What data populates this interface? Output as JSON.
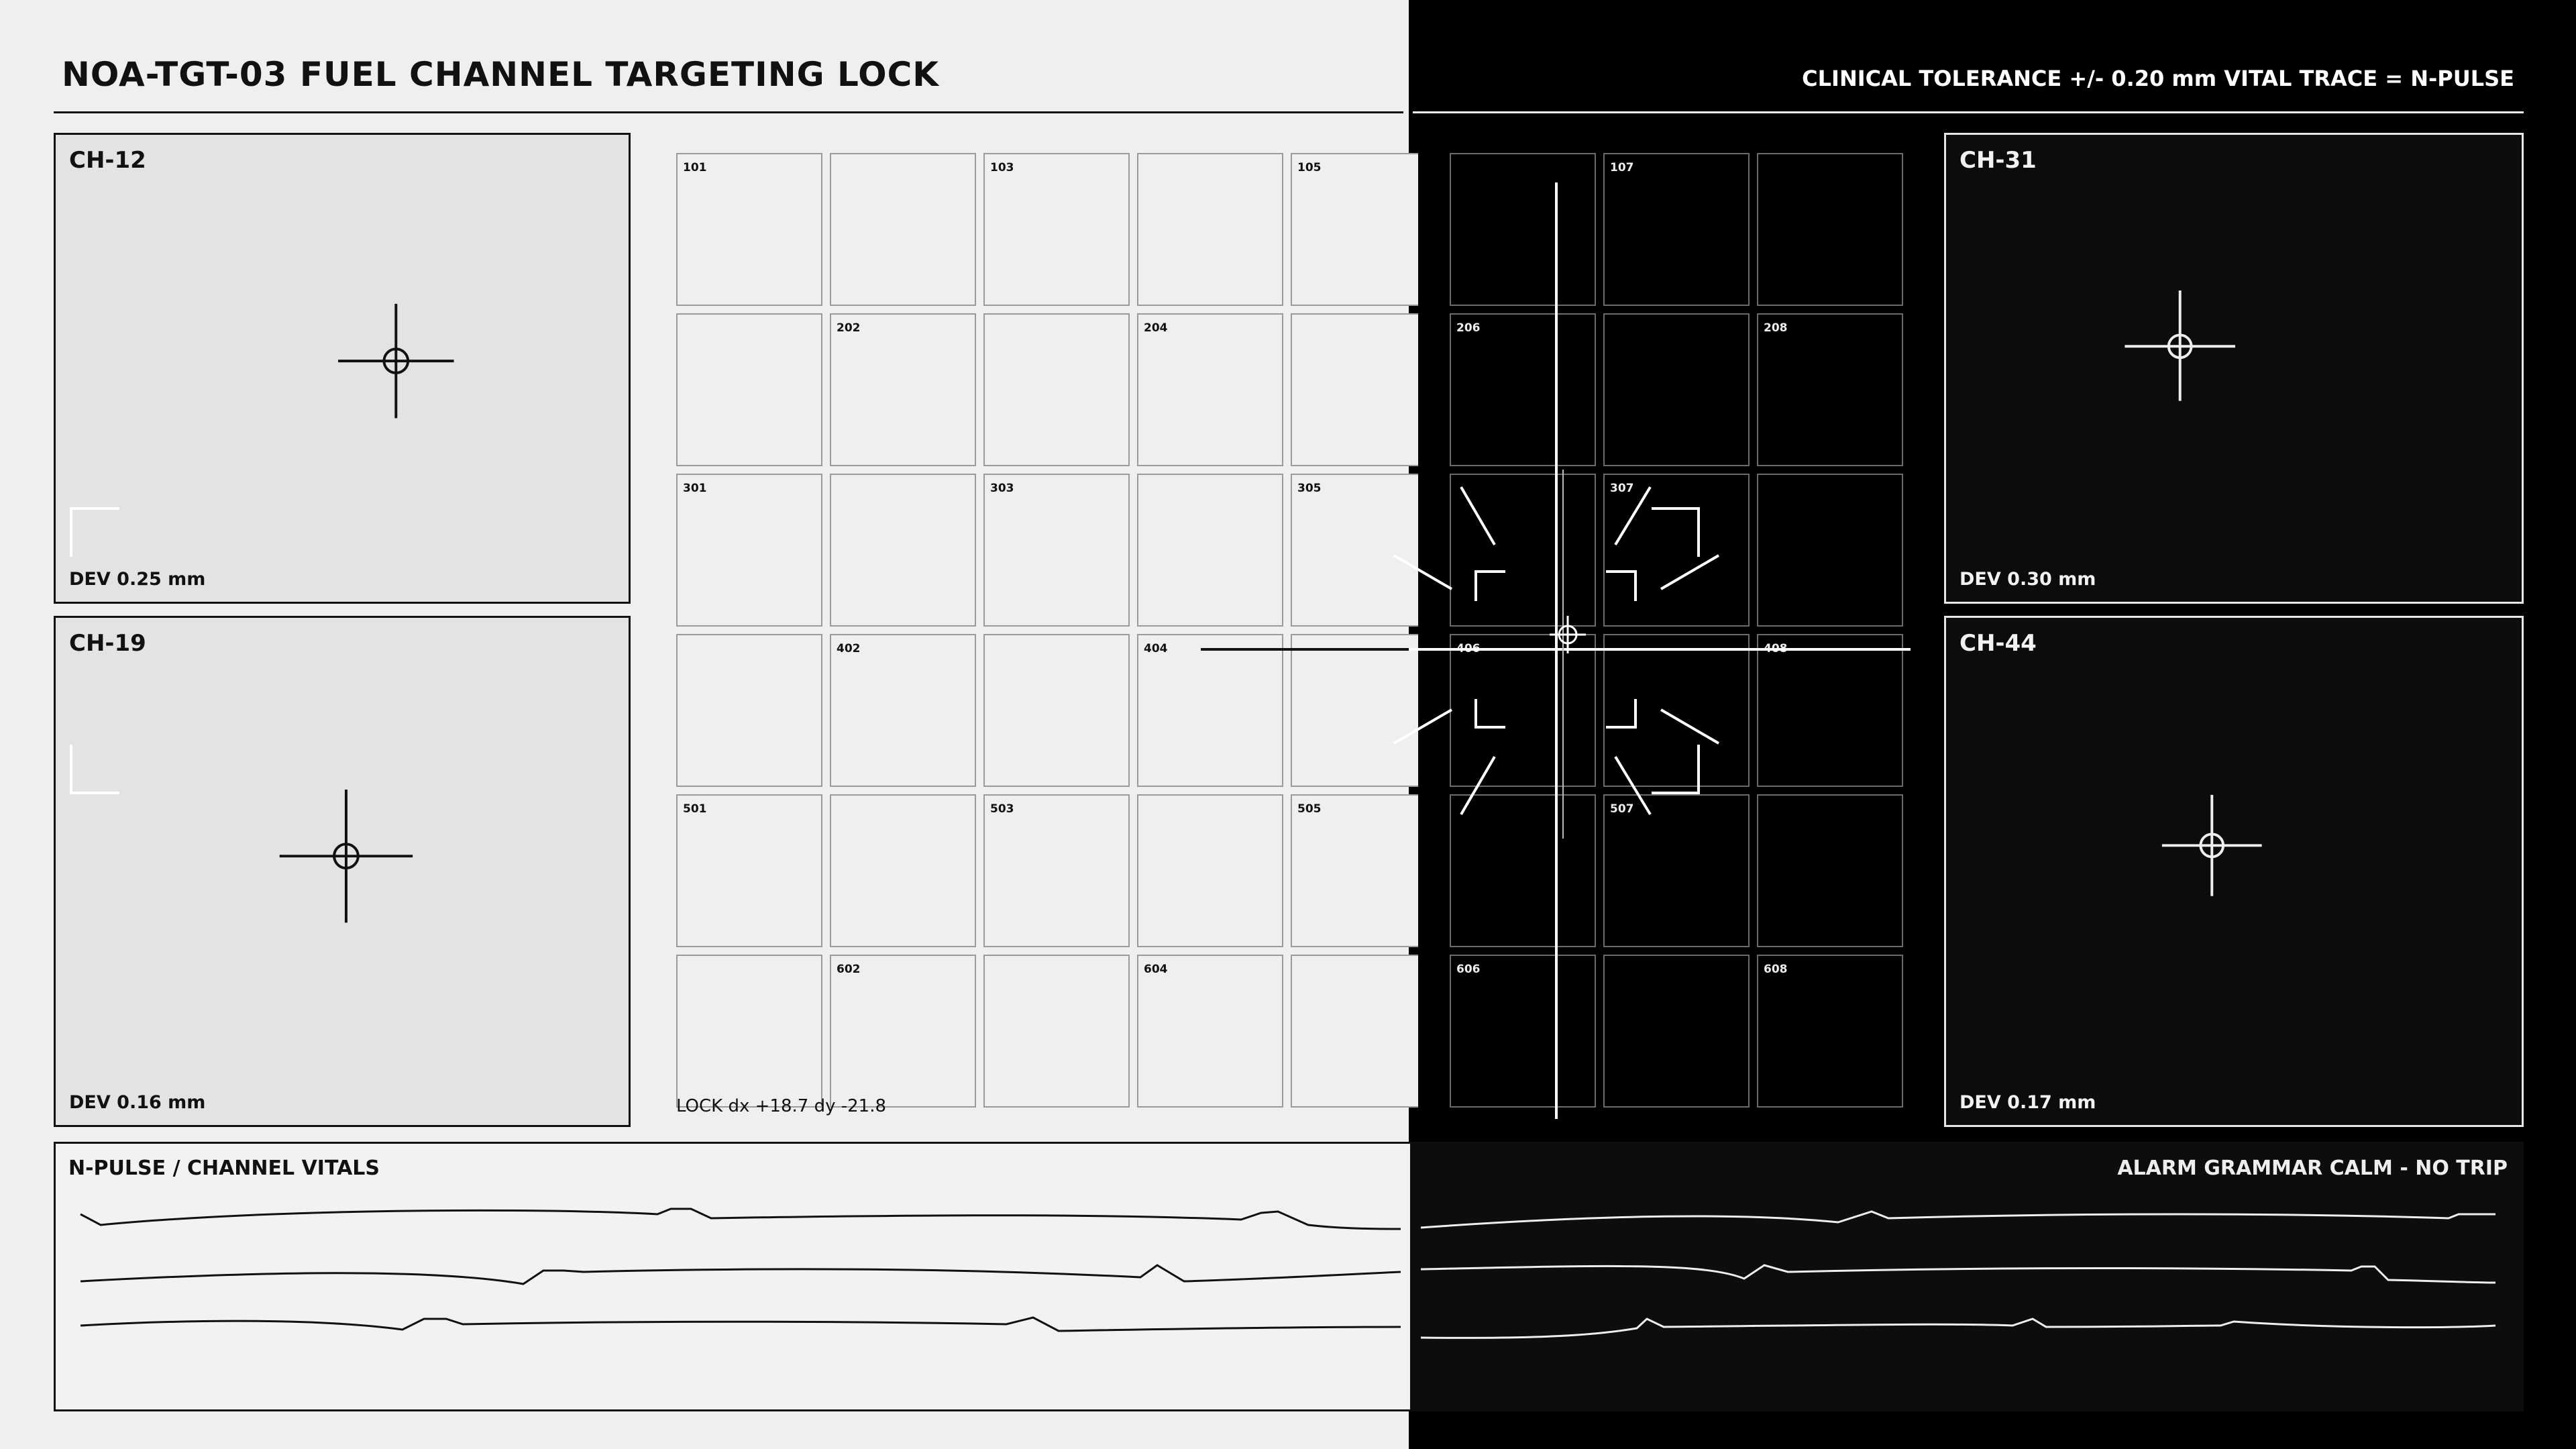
{
  "header": {
    "title": "NOA-TGT-03  FUEL CHANNEL TARGETING LOCK",
    "meta": "CLINICAL TOLERANCE  +/- 0.20 mm   VITAL TRACE = N-PULSE"
  },
  "channels": {
    "ch12": {
      "label": "CH-12",
      "deviation": "DEV 0.25 mm"
    },
    "ch19": {
      "label": "CH-19",
      "deviation": "DEV 0.16 mm"
    },
    "ch31": {
      "label": "CH-31",
      "deviation": "DEV 0.30 mm"
    },
    "ch44": {
      "label": "CH-44",
      "deviation": "DEV 0.17 mm"
    }
  },
  "grid": {
    "rows": [
      [
        "101",
        "",
        "103",
        "",
        "105",
        "",
        "107",
        ""
      ],
      [
        "",
        "202",
        "",
        "204",
        "",
        "206",
        "",
        "208"
      ],
      [
        "301",
        "",
        "303",
        "",
        "305",
        "",
        "307",
        ""
      ],
      [
        "",
        "402",
        "",
        "404",
        "",
        "406",
        "",
        "408"
      ],
      [
        "501",
        "",
        "503",
        "",
        "505",
        "",
        "507",
        ""
      ],
      [
        "",
        "602",
        "",
        "604",
        "",
        "606",
        "",
        "608"
      ]
    ]
  },
  "lock_readout": "LOCK dx +18.7  dy -21.8",
  "vitals": {
    "title": "N-PULSE  /  CHANNEL VITALS",
    "alarm": "ALARM GRAMMAR  CALM  -  NO TRIP"
  },
  "colors": {
    "light_background": "#eef0ed",
    "dark_background": "#000000",
    "ink": "#111111"
  },
  "icons": [
    "crosshair-icon",
    "targeting-reticle-icon"
  ]
}
